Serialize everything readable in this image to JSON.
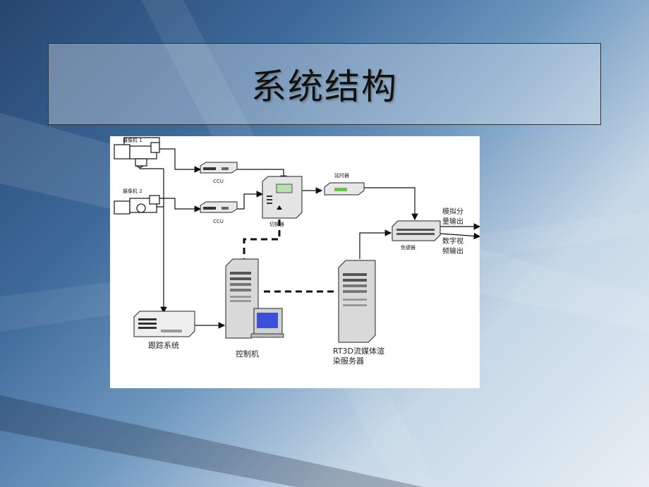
{
  "slide": {
    "title": "系统结构"
  },
  "diagram": {
    "camera1_label": "摄像机 1",
    "camera2_label": "摄像机 2",
    "ccu1_label": "CCU",
    "ccu2_label": "CCU",
    "switcher_label": "切换器",
    "delay_label": "延时器",
    "keyer_label": "色键器",
    "tracking_label": "跟踪系统",
    "control_label": "控制机",
    "render_label_line1": "RT3D流媒体渲",
    "render_label_line2": "染服务器",
    "out1_line1": "模拟分",
    "out1_line2": "量输出",
    "out2_line1": "数字视",
    "out2_line2": "频输出"
  }
}
